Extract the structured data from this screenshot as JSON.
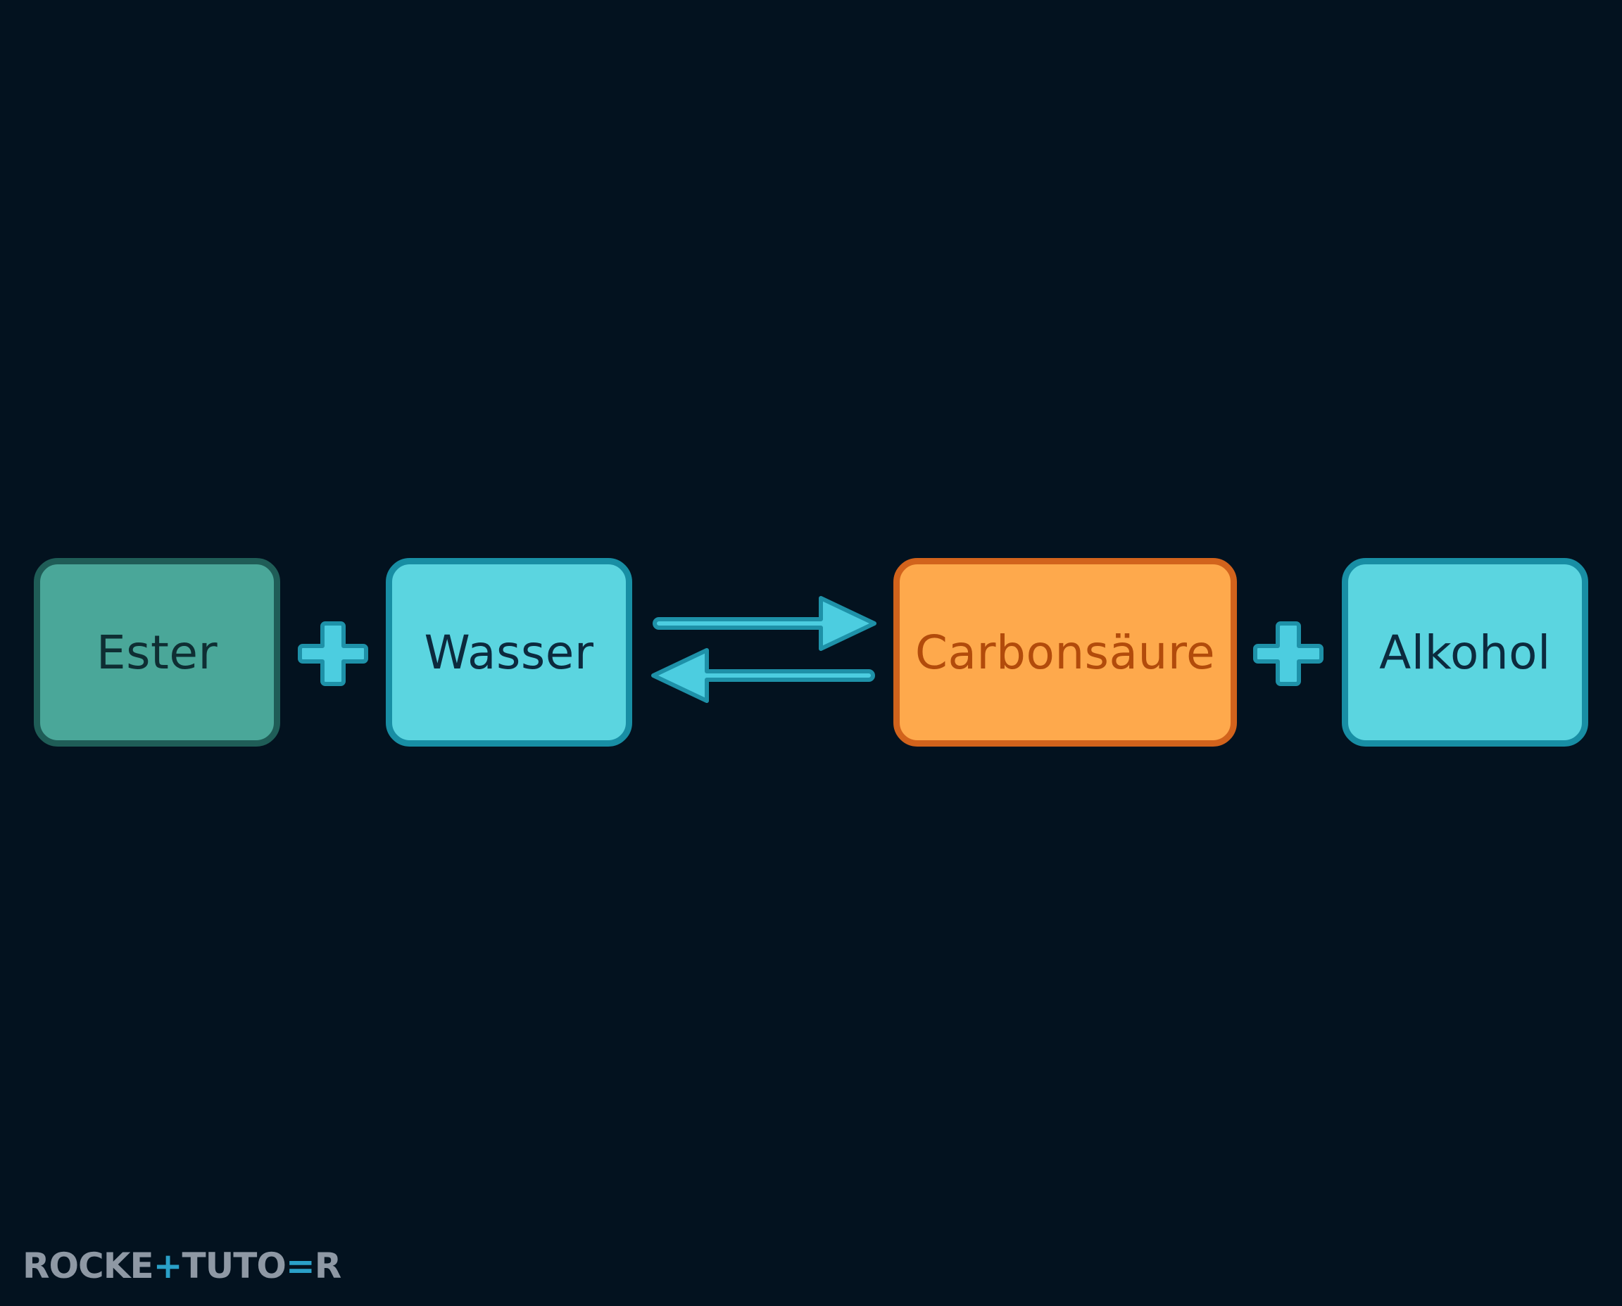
{
  "colors": {
    "background": "#03121f",
    "ester_fill": "#4aa799",
    "ester_border": "#1f5d57",
    "ester_text": "#0f2e33",
    "cyan_fill": "#5bd5e0",
    "cyan_border": "#188ea4",
    "cyan_text": "#0c2a3e",
    "orange_fill": "#fea94c",
    "orange_border": "#d2631c",
    "orange_text": "#b24b0b",
    "symbol_fill": "#4ccde0",
    "symbol_outline": "#1e91a8",
    "brand_text": "#8e98a4",
    "brand_accent": "#2aa0c8"
  },
  "equation": {
    "reactants": [
      {
        "id": "ester",
        "label": "Ester",
        "style": "ester"
      },
      {
        "id": "wasser",
        "label": "Wasser",
        "style": "cyan"
      }
    ],
    "products": [
      {
        "id": "carbonsaeure",
        "label": "Carbonsäure",
        "style": "orange"
      },
      {
        "id": "alkohol",
        "label": "Alkohol",
        "style": "cyan"
      }
    ],
    "operator_icon": "plus-icon",
    "reaction_icon": "equilibrium-arrows-icon"
  },
  "brand": {
    "part1": "ROCKE",
    "mark": "+",
    "part2": "TUTO",
    "mark2": "=",
    "part3": "R"
  }
}
